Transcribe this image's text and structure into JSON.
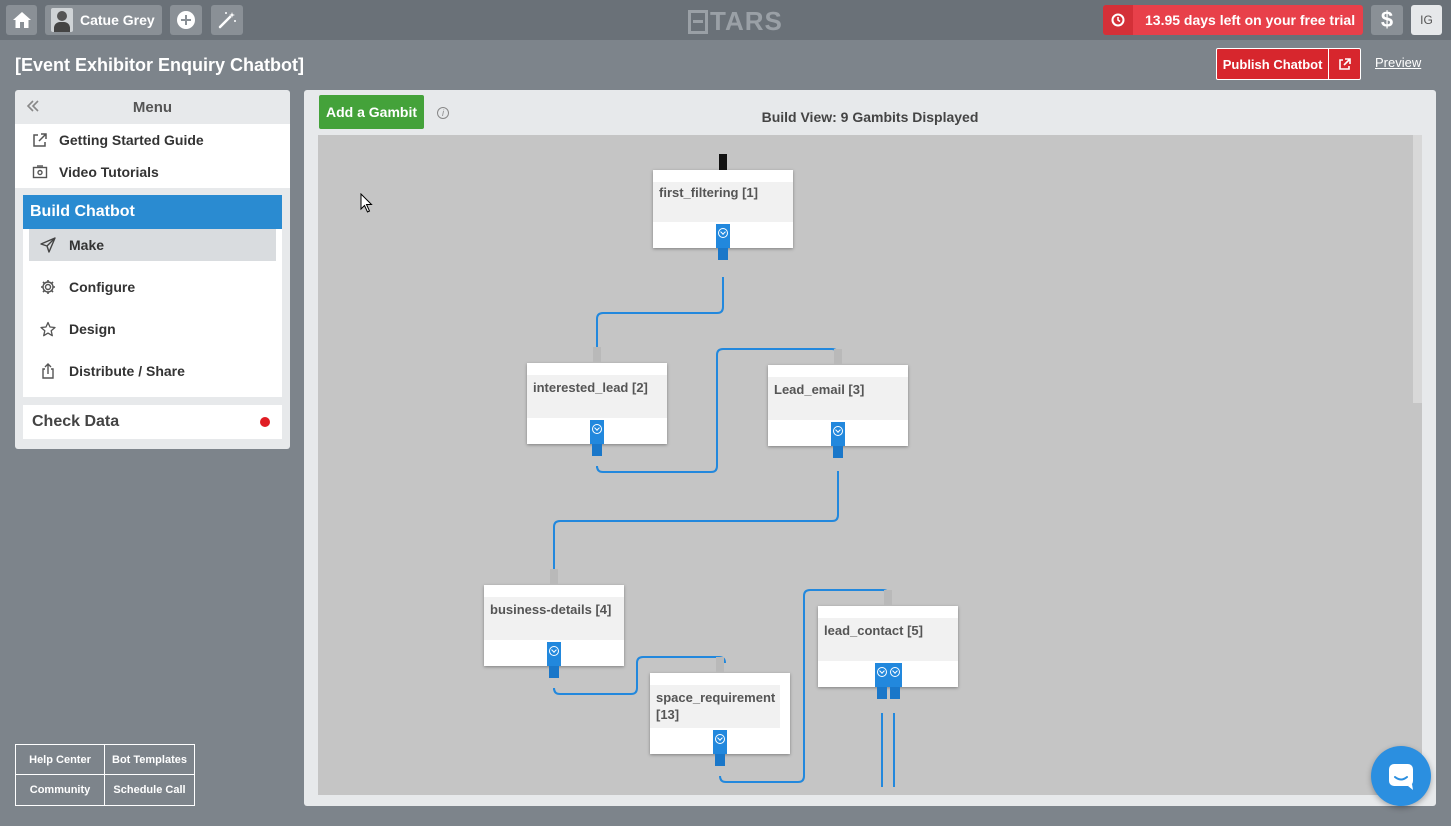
{
  "topbar": {
    "user_name": "Catue Grey",
    "logo_text": "TARS",
    "trial_text": "13.95 days left on your free trial",
    "dollar_symbol": "$",
    "user_initials": "IG"
  },
  "header": {
    "title": "[Event Exhibitor Enquiry Chatbot]",
    "publish_label": "Publish Chatbot",
    "preview_label": "Preview"
  },
  "menu": {
    "title": "Menu",
    "links": [
      {
        "label": "Getting Started Guide",
        "icon": "external-link-icon"
      },
      {
        "label": "Video Tutorials",
        "icon": "video-icon"
      }
    ],
    "build_title": "Build Chatbot",
    "build_items": [
      {
        "label": "Make",
        "icon": "paper-plane-icon",
        "active": true
      },
      {
        "label": "Configure",
        "icon": "gear-icon",
        "active": false
      },
      {
        "label": "Design",
        "icon": "star-icon",
        "active": false
      },
      {
        "label": "Distribute / Share",
        "icon": "share-icon",
        "active": false
      }
    ],
    "check_data_label": "Check Data"
  },
  "footer_links": [
    "Help Center",
    "Bot Templates",
    "Community",
    "Schedule Call"
  ],
  "build": {
    "add_gambit_label": "Add a Gambit",
    "info_symbol": "i",
    "view_title": "Build View: 9 Gambits Displayed"
  },
  "gambits": [
    {
      "name": "first_filtering [1]"
    },
    {
      "name": "interested_lead [2]"
    },
    {
      "name": "Lead_email [3]"
    },
    {
      "name": "business-details [4]"
    },
    {
      "name": "space_requirement [13]"
    },
    {
      "name": "lead_contact [5]"
    }
  ],
  "colors": {
    "accent_blue": "#2288dd",
    "publish_red": "#d7262d",
    "trial_red": "#e8404a",
    "add_green": "#44a23a",
    "status_dot": "#e01d24"
  }
}
